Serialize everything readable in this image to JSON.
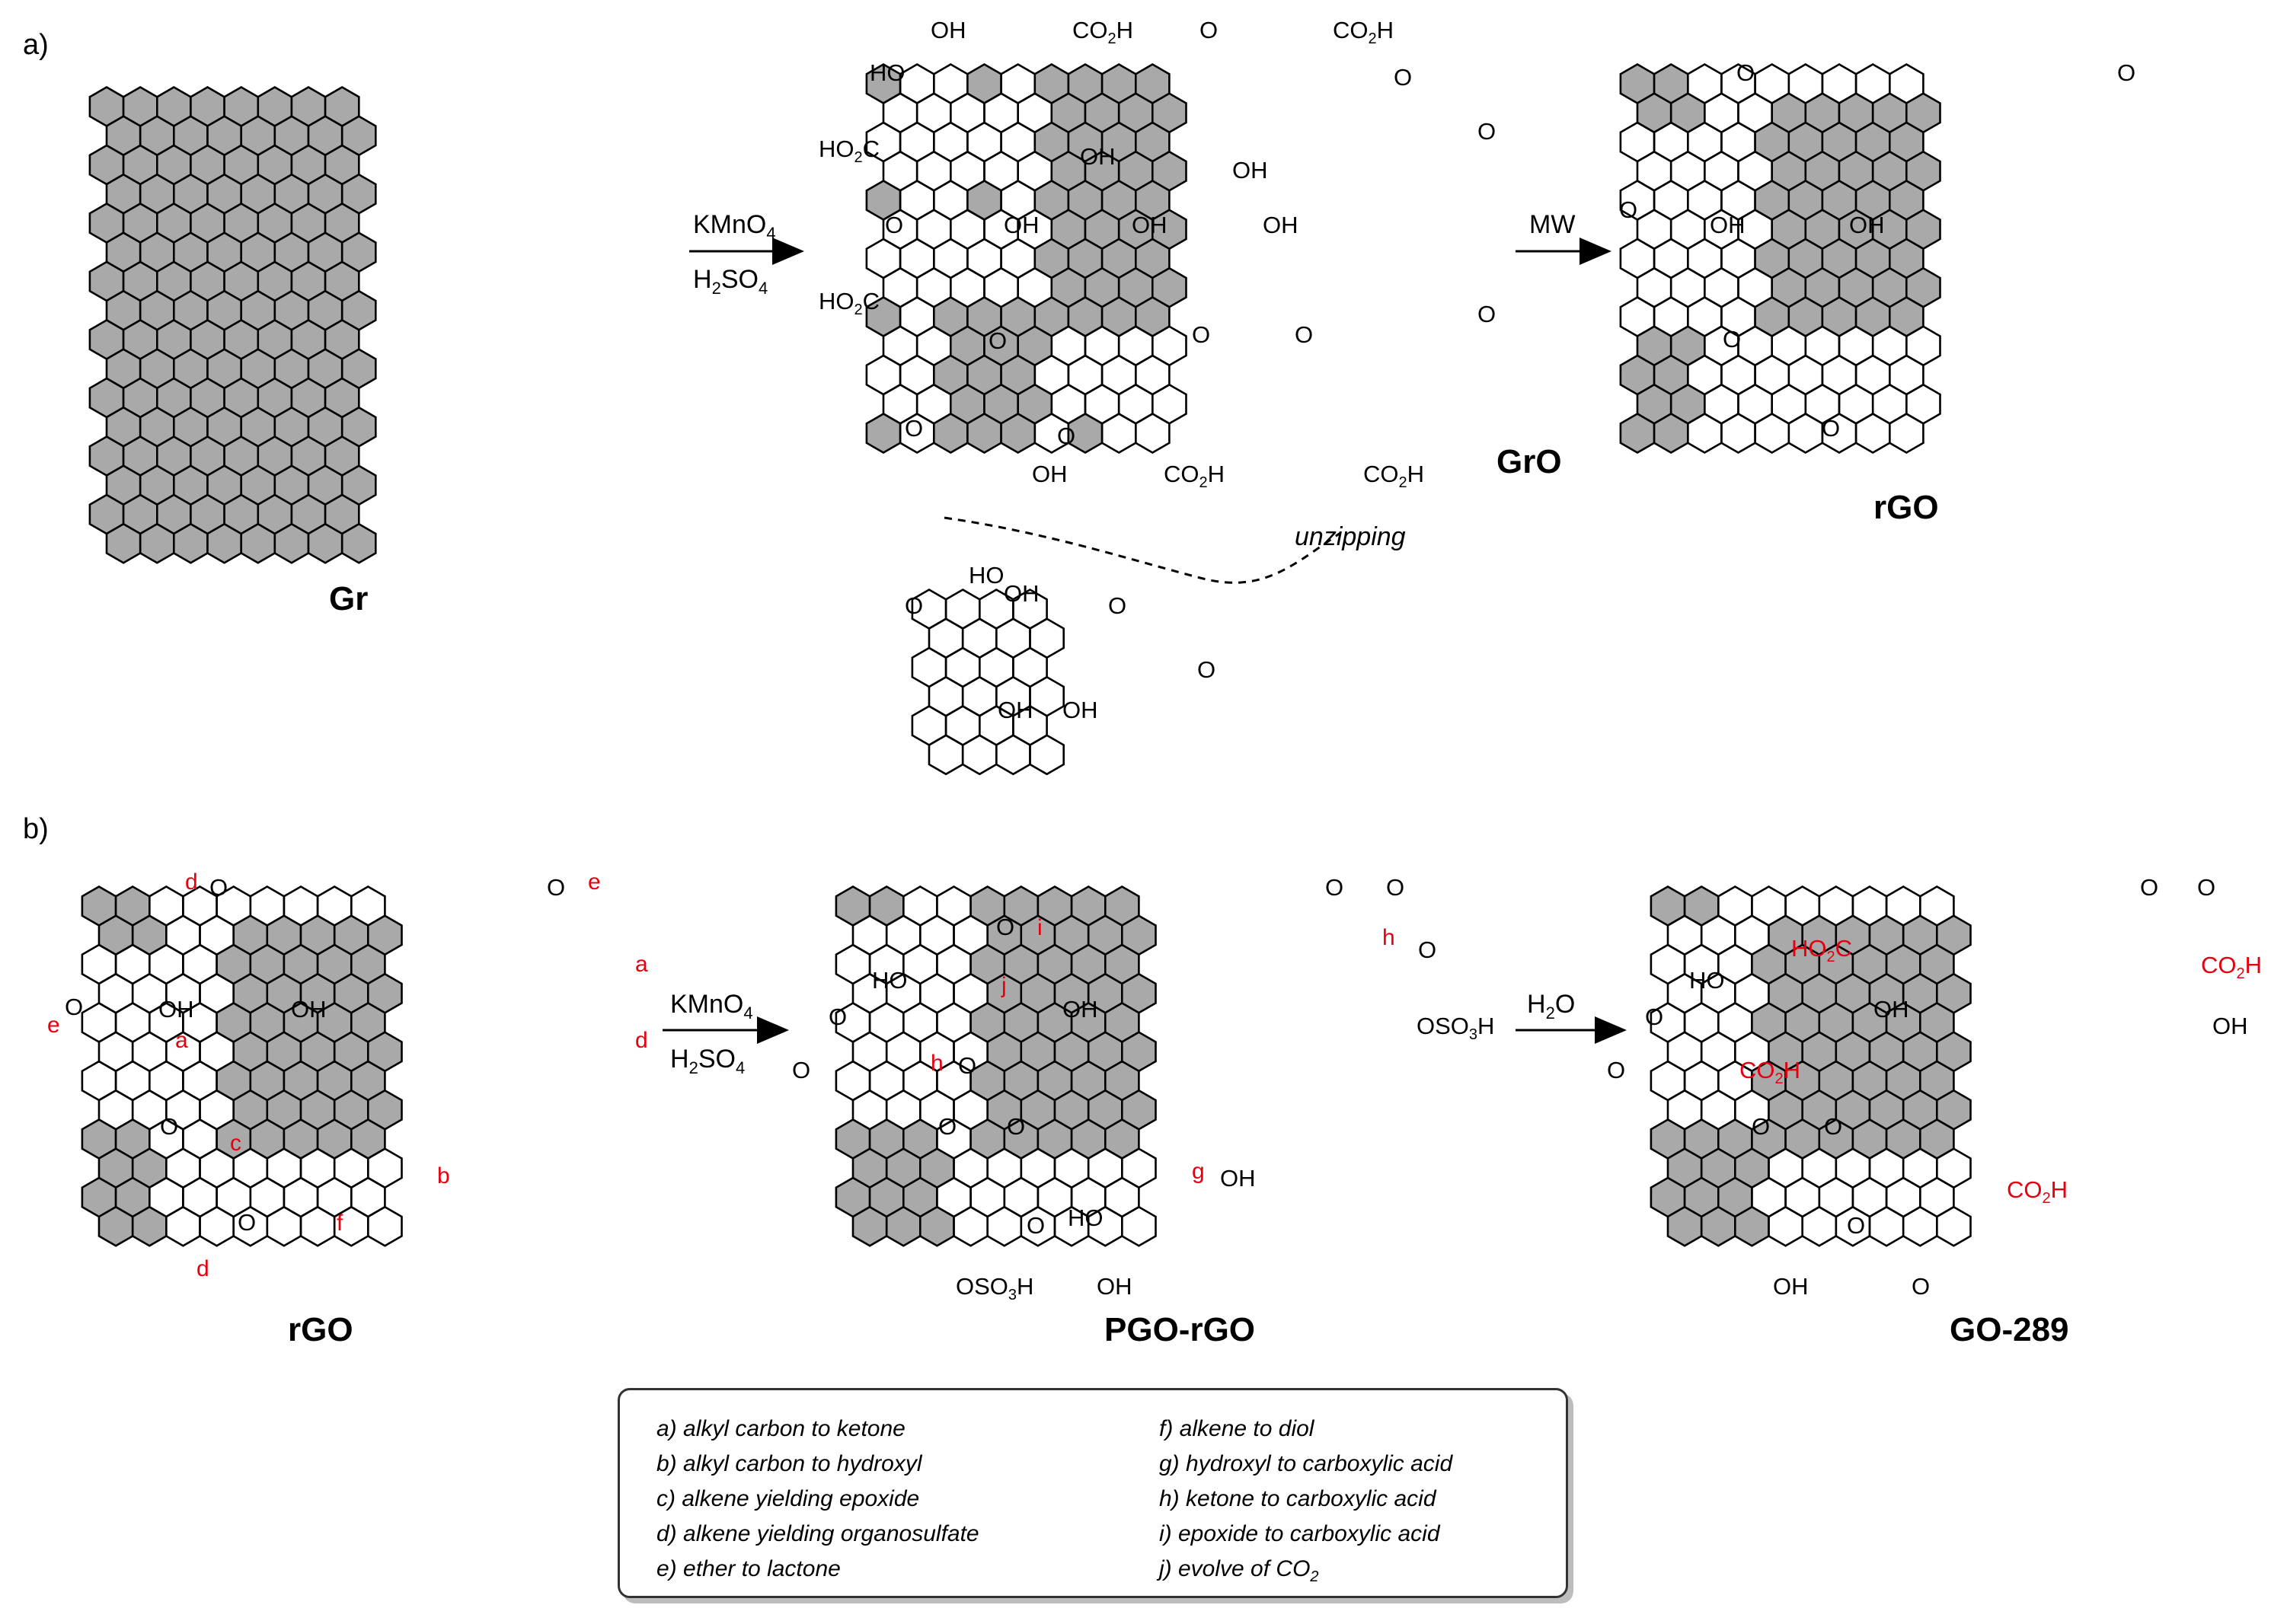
{
  "panels": {
    "a": "a)",
    "b": "b)"
  },
  "colors": {
    "aromatic_fill": "#a9a9a9",
    "bond": "#000000",
    "highlight": "#e4000f",
    "legend_border": "#333333"
  },
  "structures": {
    "gr": "Gr",
    "gro": "GrO",
    "rgo_a": "rGO",
    "rgo_b": "rGO",
    "pgo_rgo": "PGO-rGO",
    "go289": "GO-289"
  },
  "reagents": {
    "kmno4": "KMnO4",
    "h2so4": "H2SO4",
    "mw": "MW",
    "h2o": "H2O",
    "unzipping": "unzipping"
  },
  "groups": {
    "oh": "OH",
    "ho": "HO",
    "co2h": "CO2H",
    "ho2c": "HO2C",
    "o": "O",
    "oso3h": "OSO3H"
  },
  "site_labels": [
    "a",
    "b",
    "c",
    "d",
    "e",
    "f",
    "g",
    "h",
    "i",
    "j"
  ],
  "legend": [
    "a) alkyl carbon to ketone",
    "b) alkyl carbon to hydroxyl",
    "c) alkene yielding epoxide",
    "d) alkene yielding organosulfate",
    "e) ether to lactone",
    "f) alkene to diol",
    "g) hydroxyl to carboxylic acid",
    "h) ketone to carboxylic acid",
    "i) epoxide to carboxylic acid",
    "j) evolve of CO2"
  ]
}
